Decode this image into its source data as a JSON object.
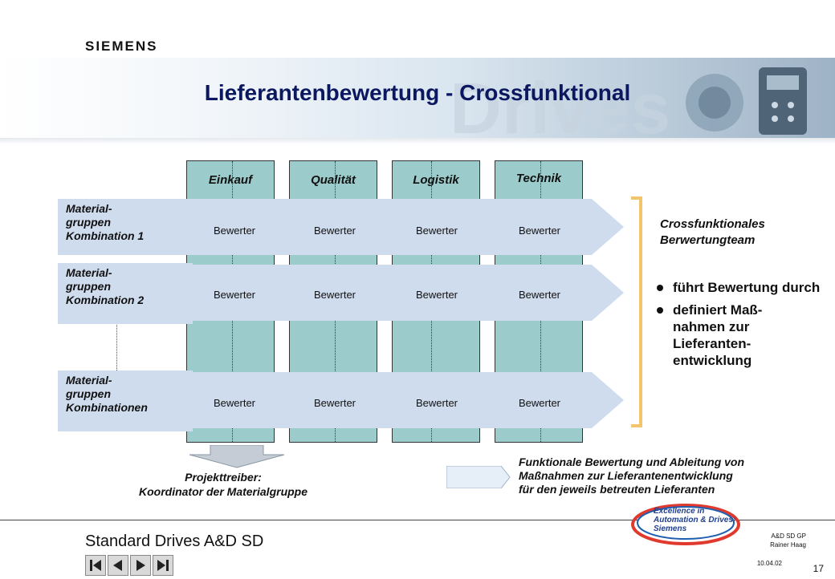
{
  "header": {
    "logo": "SIEMENS",
    "title": "Lieferantenbewertung - Crossfunktional"
  },
  "columns": [
    {
      "label": "Einkauf"
    },
    {
      "label": "Qualität"
    },
    {
      "label": "Logistik"
    },
    {
      "label": "Technik"
    }
  ],
  "rows": [
    {
      "group_label": "Material-\ngruppen\nKombination 1",
      "cells": [
        "Bewerter",
        "Bewerter",
        "Bewerter",
        "Bewerter"
      ]
    },
    {
      "group_label": "Material-\ngruppen\nKombination 2",
      "cells": [
        "Bewerter",
        "Bewerter",
        "Bewerter",
        "Bewerter"
      ]
    },
    {
      "group_label": "Material-\ngruppen\nKombinationen",
      "cells": [
        "Bewerter",
        "Bewerter",
        "Bewerter",
        "Bewerter"
      ]
    }
  ],
  "team": {
    "title": "Crossfunktionales\nBerwertungteam",
    "bullets": [
      "führt Bewertung durch",
      "definiert Maß-\nnahmen zur\nLieferanten-\nentwicklung"
    ]
  },
  "projekttreiber": "Projekttreiber:\nKoordinator der Materialgruppe",
  "legend": "Funktionale Bewertung und Ableitung von\nMaßnahmen zur Lieferantenentwicklung\nfür den jeweils betreuten Lieferanten",
  "footer": {
    "title": "Standard Drives A&D SD",
    "dept": "A&D SD GP",
    "author": "Rainer Haag",
    "date": "10.04.02",
    "page": "17",
    "badge_line1": "Excellence in",
    "badge_line2": "Automation & Drives:",
    "badge_line3": "Siemens"
  },
  "colors": {
    "column_fill": "#9ccbcb",
    "row_fill": "#cfdcee",
    "title": "#0b1860",
    "bracket": "#f2c46b"
  }
}
